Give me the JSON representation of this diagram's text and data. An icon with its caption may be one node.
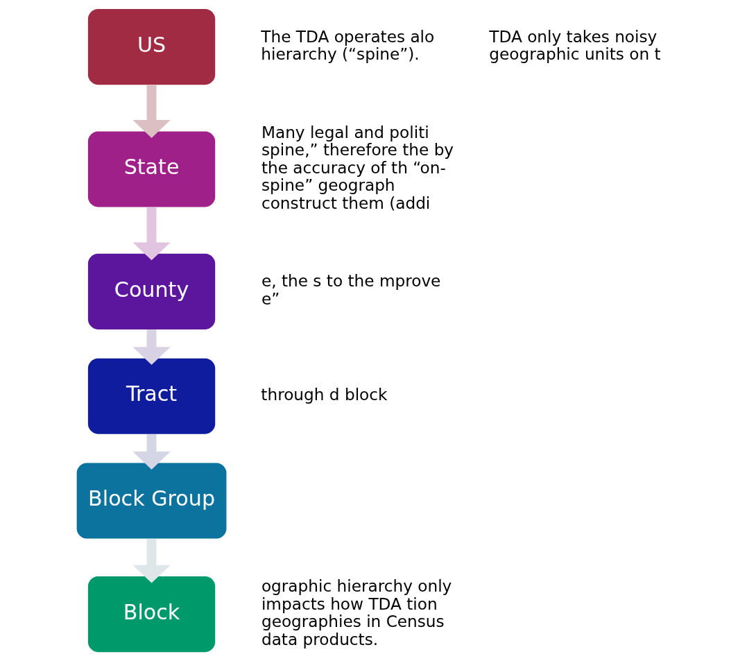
{
  "diagram": {
    "nodes": [
      {
        "text": [
          "US"
        ]
      },
      {
        "text": [
          "State"
        ]
      },
      {
        "text": [
          "County"
        ]
      },
      {
        "text": [
          "Tract"
        ]
      },
      {
        "text": [
          "Block Group"
        ]
      },
      {
        "text": [
          "Block"
        ]
      }
    ],
    "edges": [
      {
        "from": 0,
        "to": 1,
        "arrow": "to",
        "color": "#dbbfc3"
      },
      {
        "from": 1,
        "to": 2,
        "arrow": "to",
        "color": "#e0c4e0"
      },
      {
        "from": 2,
        "to": 3,
        "arrow": "to",
        "color": "#d8d2e4"
      },
      {
        "from": 3,
        "to": 4,
        "arrow": "to",
        "color": "#d4d6e6"
      },
      {
        "from": 4,
        "to": 5,
        "arrow": "to",
        "color": "#dfe6ea"
      }
    ],
    "labels": [
      "The TDA operates alo hierarchy (“spine”).",
      "TDA only takes noisy geographic units on t",
      "Many legal and politi spine,” therefore the by the accuracy of th “on-spine” geograph construct them (addi",
      "e, the s to the mprove e”",
      "through d block",
      "ographic hierarchy only impacts how TDA tion geographies in Census data products."
    ]
  }
}
